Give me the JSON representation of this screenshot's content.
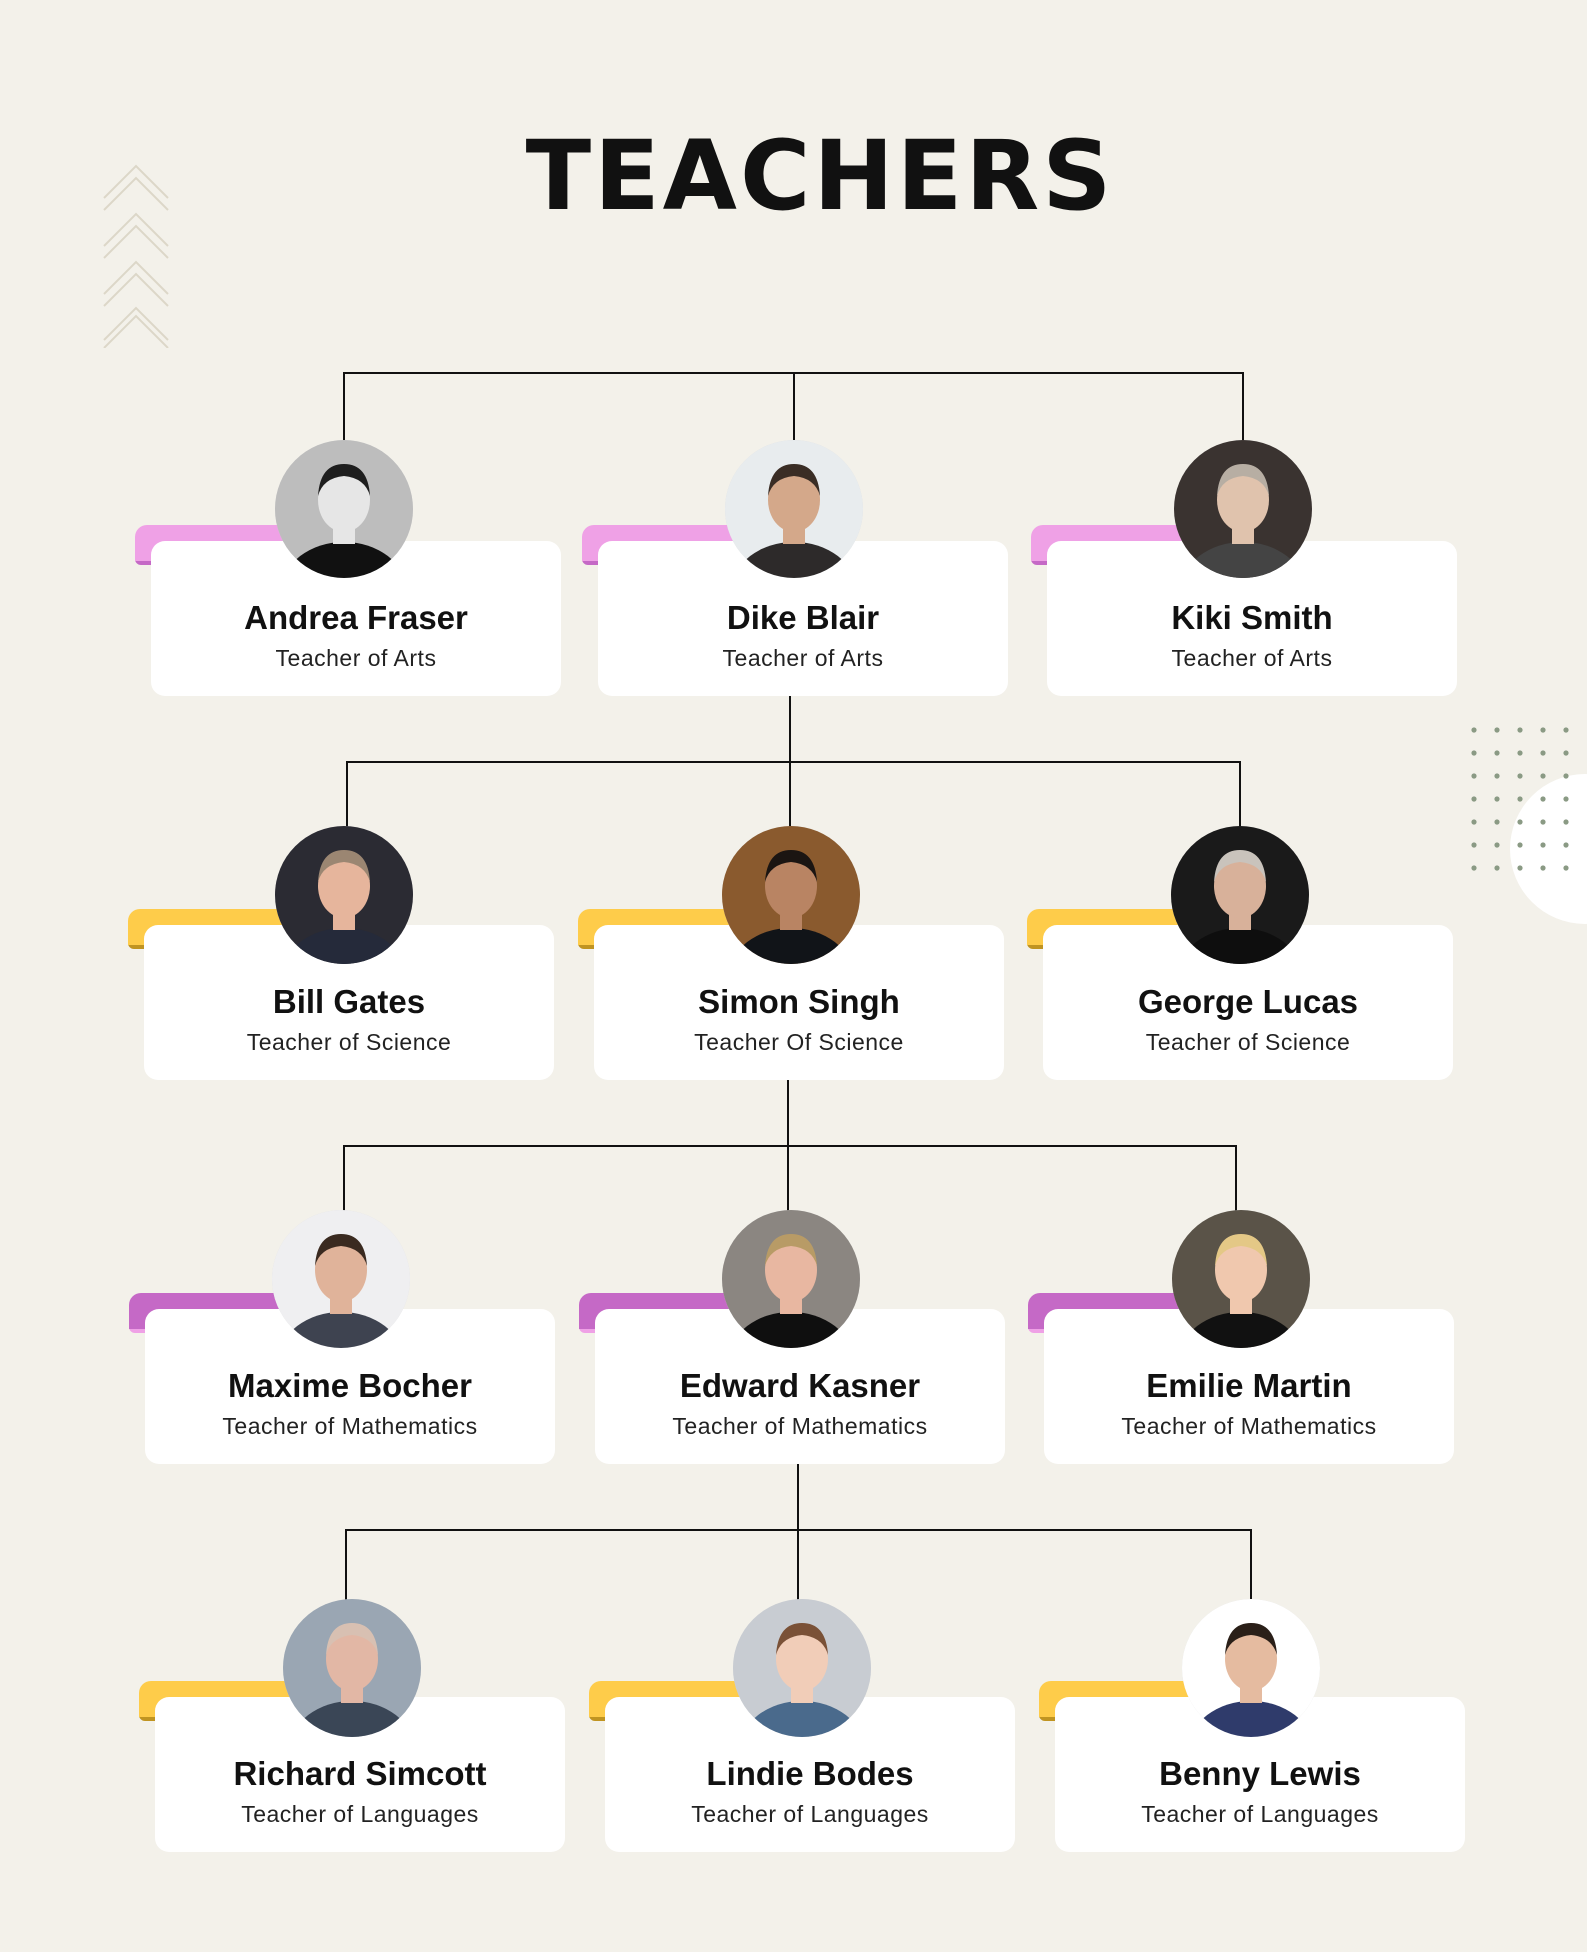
{
  "title": "TEACHERS",
  "colors": {
    "background": "#f3f1ea",
    "tab_pink": "#efa1e6",
    "tab_yellow": "#fecc4a",
    "tab_purple": "#c569c6",
    "line": "#111111"
  },
  "rows": [
    {
      "accent": "pink",
      "cards": [
        {
          "name": "Andrea Fraser",
          "role": "Teacher of Arts",
          "photo": "woman-bw-portrait"
        },
        {
          "name": "Dike Blair",
          "role": "Teacher of Arts",
          "photo": "man-in-studio"
        },
        {
          "name": "Kiki Smith",
          "role": "Teacher of Arts",
          "photo": "woman-grey-hair"
        }
      ]
    },
    {
      "accent": "yellow",
      "cards": [
        {
          "name": "Bill Gates",
          "role": "Teacher of Science",
          "photo": "man-glasses-suit"
        },
        {
          "name": "Simon Singh",
          "role": "Teacher Of Science",
          "photo": "man-dark-jacket"
        },
        {
          "name": "George Lucas",
          "role": "Teacher of Science",
          "photo": "man-grey-beard"
        }
      ]
    },
    {
      "accent": "purple",
      "cards": [
        {
          "name": "Maxime Bocher",
          "role": "Teacher of Mathematics",
          "photo": "man-beard-smiling"
        },
        {
          "name": "Edward Kasner",
          "role": "Teacher of Mathematics",
          "photo": "older-man-bowtie"
        },
        {
          "name": "Emilie Martin",
          "role": "Teacher of Mathematics",
          "photo": "woman-blonde-smiling"
        }
      ]
    },
    {
      "accent": "yellow",
      "cards": [
        {
          "name": "Richard Simcott",
          "role": "Teacher of Languages",
          "photo": "bald-man-glasses"
        },
        {
          "name": "Lindie Bodes",
          "role": "Teacher of Languages",
          "photo": "woman-glasses-smiling"
        },
        {
          "name": "Benny Lewis",
          "role": "Teacher of Languages",
          "photo": "man-blue-shirt"
        }
      ]
    }
  ]
}
